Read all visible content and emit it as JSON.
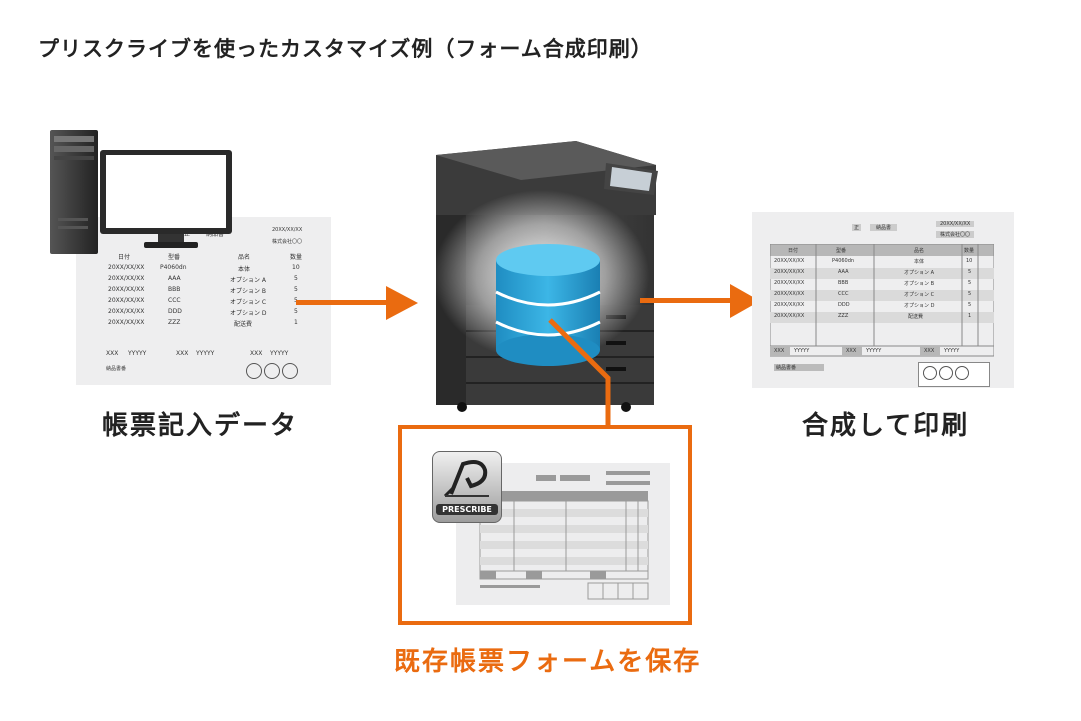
{
  "title": "プリスクライブを使ったカスタマイズ例（フォーム合成印刷）",
  "colors": {
    "accent": "#ea6b10",
    "db": "#2ba3d6",
    "paper": "#eeeeef"
  },
  "left": {
    "caption": "帳票記入データ",
    "icon": "desktop-pc-icon",
    "form": {
      "title": "納品書",
      "prefix": "正",
      "date": "20XX/XX/XX",
      "company": "株式会社〇〇",
      "headers": [
        "日付",
        "型番",
        "品名",
        "数量"
      ],
      "rows": [
        [
          "20XX/XX/XX",
          "P4060dn",
          "本体",
          "10"
        ],
        [
          "20XX/XX/XX",
          "AAA",
          "オプション A",
          "5"
        ],
        [
          "20XX/XX/XX",
          "BBB",
          "オプション B",
          "5"
        ],
        [
          "20XX/XX/XX",
          "CCC",
          "オプション C",
          "5"
        ],
        [
          "20XX/XX/XX",
          "DDD",
          "オプション D",
          "5"
        ],
        [
          "20XX/XX/XX",
          "ZZZ",
          "配送費",
          "1"
        ]
      ],
      "footer": [
        "XXX",
        "YYYYY",
        "XXX",
        "YYYYY",
        "XXX",
        "YYYYY"
      ],
      "note": "納品書番"
    }
  },
  "center": {
    "icon": "printer-icon",
    "db_icon": "database-icon",
    "caption": "既存帳票フォームを保存",
    "logo_text": "PRESCRIBE"
  },
  "right": {
    "caption": "合成して印刷",
    "form": {
      "prefix": "正",
      "title": "納品書",
      "date": "20XX/XX/XX",
      "company": "株式会社〇〇",
      "headers": [
        "日付",
        "型番",
        "品名",
        "数量"
      ],
      "rows": [
        [
          "20XX/XX/XX",
          "P4060dn",
          "本体",
          "10"
        ],
        [
          "20XX/XX/XX",
          "AAA",
          "オプション A",
          "5"
        ],
        [
          "20XX/XX/XX",
          "BBB",
          "オプション B",
          "5"
        ],
        [
          "20XX/XX/XX",
          "CCC",
          "オプション C",
          "5"
        ],
        [
          "20XX/XX/XX",
          "DDD",
          "オプション D",
          "5"
        ],
        [
          "20XX/XX/XX",
          "ZZZ",
          "配送費",
          "1"
        ]
      ],
      "footer": [
        "XXX",
        "YYYYY",
        "XXX",
        "YYYYY",
        "XXX",
        "YYYYY"
      ],
      "note": "納品書番"
    }
  }
}
